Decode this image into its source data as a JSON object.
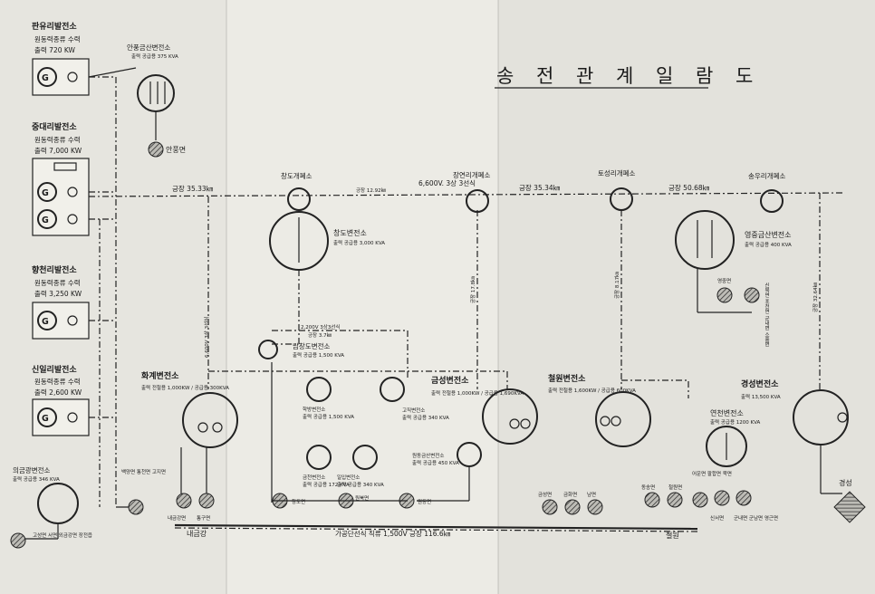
{
  "title": "송 전 관 계 일 람 도",
  "plants": [
    {
      "name": "판유리발전소",
      "line1": "원동력종류 수력",
      "line2": "출력 720 KW"
    },
    {
      "name": "중대리발전소",
      "line1": "원동력종류 수력",
      "line2": "출력 7,000 KW"
    },
    {
      "name": "향천리발전소",
      "line1": "원동력종류 수력",
      "line2": "출력 3,250 KW"
    },
    {
      "name": "신일리발전소",
      "line1": "원동력종류 수력",
      "line2": "출력 2,600 KW"
    }
  ],
  "switching": [
    {
      "name": "창도개폐소"
    },
    {
      "name": "장연리개폐소"
    },
    {
      "name": "토성리개폐소"
    },
    {
      "name": "송우리개폐소"
    }
  ],
  "substations": {
    "anpung": {
      "name": "안풍금산변전소",
      "detail": "출력 공급용 375 KVA",
      "feeder": "안풍면"
    },
    "changdo": {
      "name": "창도변전소",
      "detail": "출력 공급용 3,000 KVA"
    },
    "namchangdo": {
      "name": "남창도변전소",
      "detail": "출력 공급용 1,500 KVA"
    },
    "hwagye": {
      "name": "화계변전소",
      "detail": "출력 전철용 1,000KW / 공급용 300KVA"
    },
    "geumseong": {
      "name": "금성변전소",
      "detail": "출력 전철용 1,000KW / 공급용 1,690KVA"
    },
    "cheorwon": {
      "name": "철원변전소",
      "detail": "출력 전철용 1,600KW / 공급용 600KVA"
    },
    "gyeongseong": {
      "name": "경성변전소",
      "detail": "출력 13,500 KVA"
    },
    "yeongjung": {
      "name": "영중금산변전소",
      "detail": "출력 공급용 400 KVA"
    },
    "yeoncheon": {
      "name": "연천변전소",
      "detail": "출력 공급용 1200 KVA"
    },
    "hakbang": {
      "name": "학방변전소",
      "detail": "출력 공급용 1,500 KVA"
    },
    "gojik": {
      "name": "고직변전소",
      "detail": "출력 공급용 340 KVA"
    },
    "geumcheon": {
      "name": "금천변전소",
      "detail": "출력 공급용 172 KVA"
    },
    "ilip": {
      "name": "일입변전소",
      "detail": "출력 공급용 340 KVA"
    },
    "wondong": {
      "name": "원동금산변전소",
      "detail": "출력 공급용 450 KVA"
    },
    "uigeum": {
      "name": "의금광변전소",
      "detail": "출력 공급용 346 KVA"
    }
  },
  "lines": {
    "l1": "긍장 35.33㎞",
    "l2": "긍장 12.92㎞",
    "l3": "6,600V. 3상 3선식",
    "l4": "긍장 35.34㎞",
    "l5": "긍장 50.68㎞",
    "l6": "긍장 32.64㎞",
    "l7": "2,200V 3상3선식",
    "l8": "긍장 3.7㎞",
    "l9": "6,600V 3상 3선식",
    "l10": "긍장 17.8㎞",
    "l11": "긍장 8.17㎞",
    "l12": "6,600V 3상 3선식",
    "rail": "가공단선식  직류 1,500V  긍장 116.6㎞"
  },
  "feeders": {
    "f1": "내금강면",
    "f2": "통구면",
    "f3": "창도면",
    "f4": "원북면",
    "f5": "원동면",
    "f6": "금성면",
    "f7": "금화면",
    "f8": "남면",
    "f9": "동송면",
    "f10": "철원면",
    "f11": "어운면 팔합면 묵면",
    "f12": "신서면",
    "f13": "군내면 군남면 영근면",
    "f14": "영중면",
    "f15": "신북면 포천면 군내면 소흘면",
    "f16": "경성",
    "f17": "백양면 통천면 고지면",
    "f18": "고성면 서면 외금강면 장전읍"
  },
  "rail_ends": {
    "left": "내금강",
    "right": "철원"
  }
}
